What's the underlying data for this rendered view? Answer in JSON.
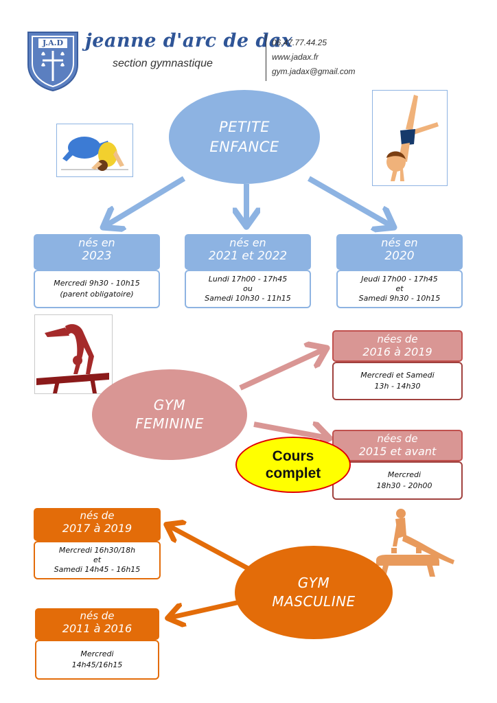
{
  "header": {
    "logo_text": "J.A.D",
    "club_name": "jeanne d'arc de dax",
    "section": "section gymnastique",
    "phone": "06.47.77.44.25",
    "website": "www.jadax.fr",
    "email": "gym.jadax@gmail.com"
  },
  "petite_enfance": {
    "title_line1": "PETITE",
    "title_line2": "ENFANCE",
    "groups": [
      {
        "header_line1": "nés en",
        "header_line2": "2023",
        "schedule": [
          "Mercredi 9h30 - 10h15",
          "(parent obligatoire)"
        ]
      },
      {
        "header_line1": "nés en",
        "header_line2": "2021 et 2022",
        "schedule": [
          "Lundi 17h00 - 17h45",
          "ou",
          "Samedi 10h30 - 11h15"
        ]
      },
      {
        "header_line1": "nés en",
        "header_line2": "2020",
        "schedule": [
          "Jeudi 17h00 - 17h45",
          "et",
          "Samedi 9h30 - 10h15"
        ]
      }
    ]
  },
  "gym_feminine": {
    "title_line1": "GYM",
    "title_line2": "FEMININE",
    "groups": [
      {
        "header_line1": "nées de",
        "header_line2": "2016 à 2019",
        "schedule": [
          "Mercredi et Samedi",
          "13h - 14h30"
        ]
      },
      {
        "header_line1": "nées de",
        "header_line2": "2015 et avant",
        "schedule": [
          "Mercredi",
          "18h30 - 20h00"
        ]
      }
    ],
    "full_badge_line1": "Cours",
    "full_badge_line2": "complet"
  },
  "gym_masculine": {
    "title_line1": "GYM",
    "title_line2": "MASCULINE",
    "groups": [
      {
        "header_line1": "nés de",
        "header_line2": "2017 à 2019",
        "schedule": [
          "Mercredi 16h30/18h",
          "et",
          "Samedi 14h45 - 16h15"
        ]
      },
      {
        "header_line1": "nés de",
        "header_line2": "2011 à 2016",
        "schedule": [
          "Mercredi",
          "14h45/16h15"
        ]
      }
    ]
  },
  "colors": {
    "blue": "#8db3e2",
    "pink": "#d99694",
    "dark_red": "#a0413e",
    "orange": "#e36c09",
    "badge_yellow": "#ffff00",
    "badge_red": "#e00000"
  },
  "icons": [
    "shield-logo-icon",
    "child-rolling-icon",
    "child-handstand-icon",
    "beam-gymnast-icon",
    "pommel-horse-gymnast-icon"
  ]
}
